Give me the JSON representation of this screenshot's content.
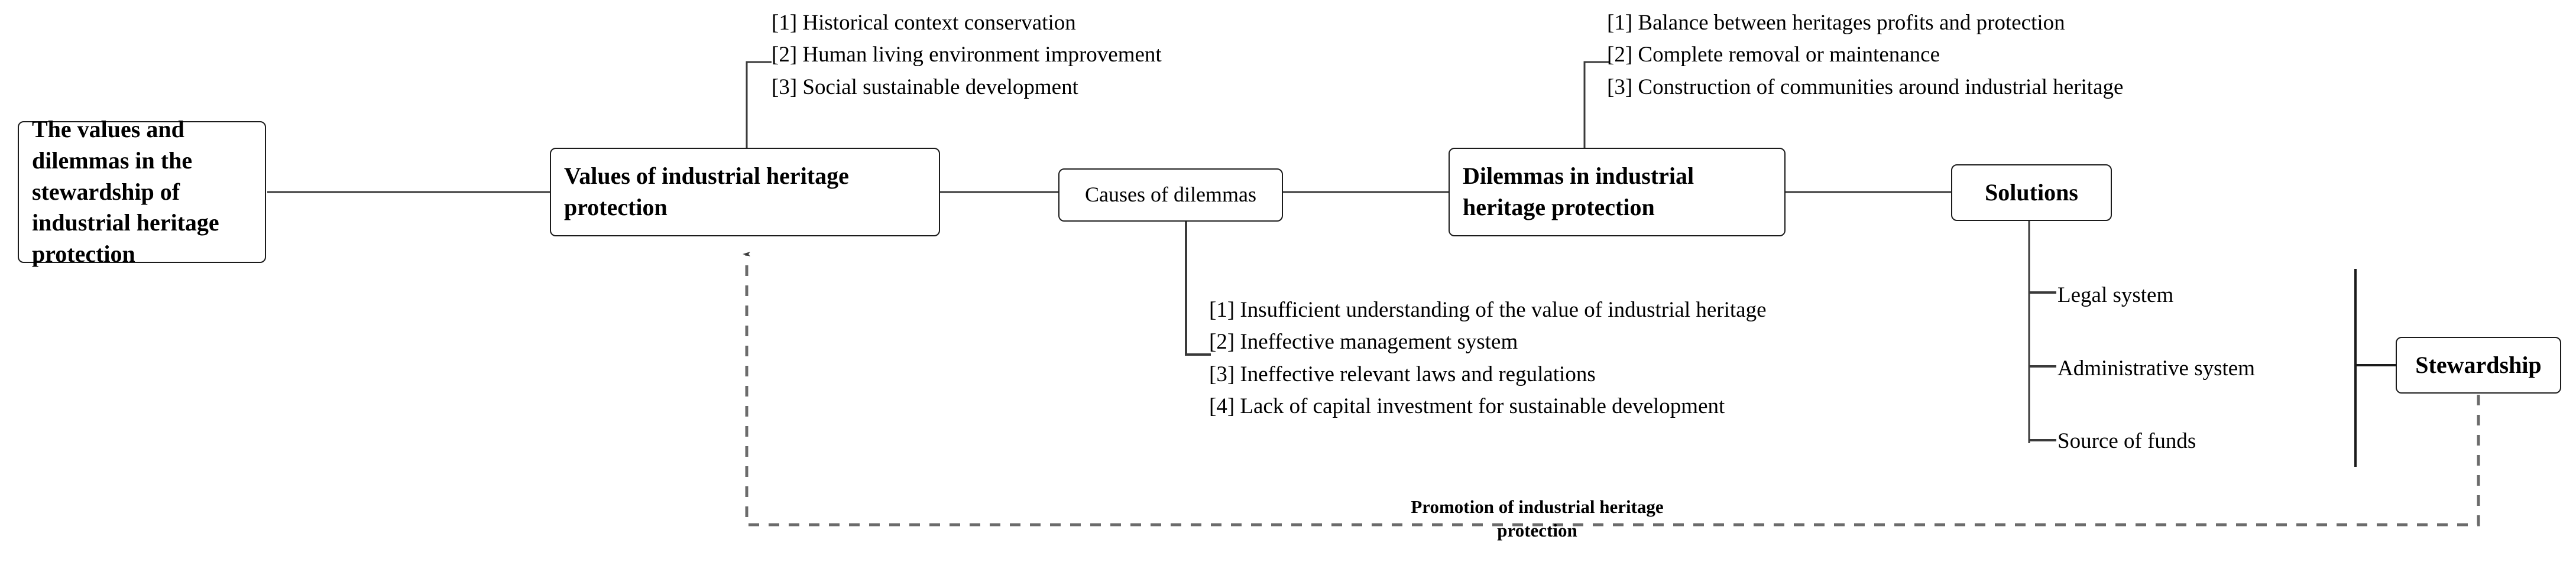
{
  "diagram": {
    "title": "The values and dilemmas in the stewardship of industrial heritage protection",
    "line_color": "#3a3a3a",
    "box_border_color": "#1b1b1b",
    "background": "#ffffff",
    "text_color": "#000000"
  },
  "nodes": {
    "root": "The values and dilemmas in the stewardship of industrial heritage protection",
    "values": "Values of industrial heritage protection",
    "causes": "Causes of dilemmas",
    "dilemmas": "Dilemmas in industrial heritage protection",
    "solutions": "Solutions",
    "stewardship": "Stewardship"
  },
  "lists": {
    "values_items": [
      "[1] Historical context conservation",
      "[2] Human living environment improvement",
      "[3] Social sustainable development"
    ],
    "dilemmas_items": [
      "[1] Balance between heritages profits and protection",
      "[2] Complete removal or maintenance",
      "[3] Construction of communities around industrial heritage"
    ],
    "causes_items": [
      "[1] Insufficient understanding of the value of industrial heritage",
      "[2] Ineffective management system",
      "[3] Ineffective relevant laws and regulations",
      "[4] Lack of capital investment for sustainable development"
    ]
  },
  "solution_leaves": [
    "Legal system",
    "Administrative system",
    "Source of funds"
  ],
  "feedback": {
    "label": "Promotion of industrial heritage protection"
  }
}
